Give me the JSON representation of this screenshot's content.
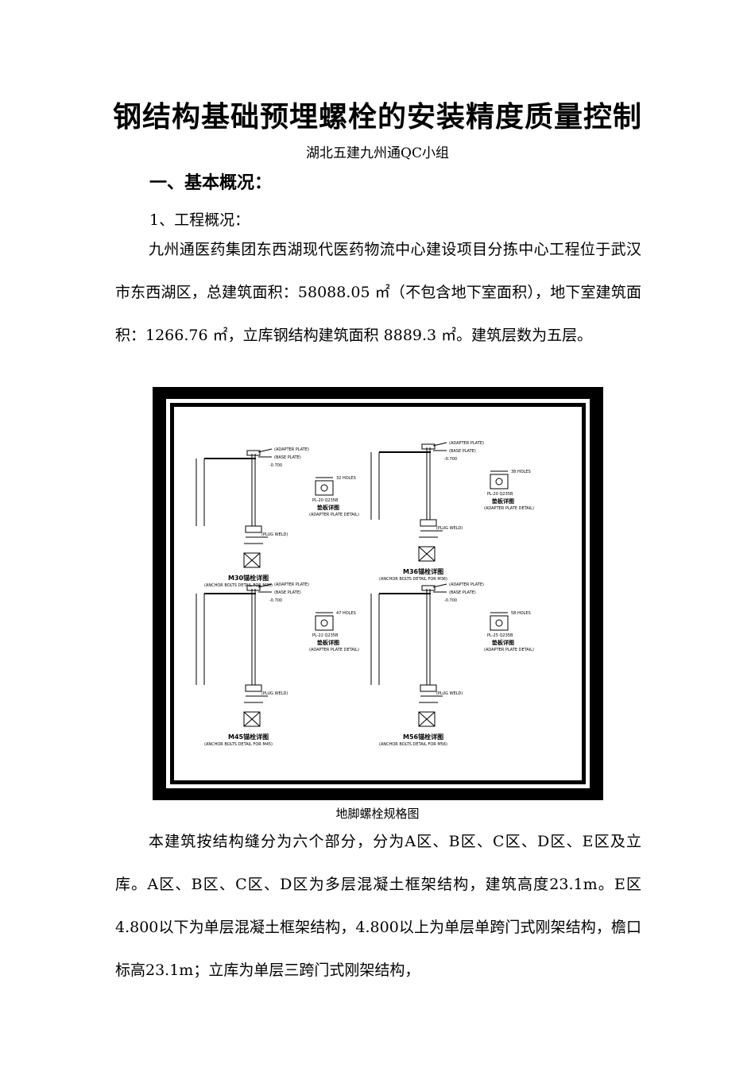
{
  "document": {
    "title": "钢结构基础预埋螺栓的安装精度质量控制",
    "subtitle": "湖北五建九州通QC小组",
    "section_heading": "一、基本概况：",
    "subsection_heading": "1、工程概况：",
    "paragraph_1": "九州通医药集团东西湖现代医药物流中心建设项目分拣中心工程位于武汉市东西湖区，总建筑面积：58088.05 ㎡（不包含地下室面积），地下室建筑面积：1266.76 ㎡，立库钢结构建筑面积 8889.3 ㎡。建筑层数为五层。",
    "figure_caption": "地脚螺栓规格图",
    "paragraph_2": "本建筑按结构缝分为六个部分，分为A区、B区、C区、D区、E区及立库。A区、B区、C区、D区为多层混凝土框架结构，建筑高度23.1m。E区4.800以下为单层混凝土框架结构，4.800以上为单层单跨门式刚架结构，檐口标高23.1m；立库为单层三跨门式刚架结构，"
  },
  "drawing": {
    "details": [
      {
        "title": "M30锚栓详图",
        "subtitle": "(ANCHOR BOLTS DETAIL FOR M30)",
        "label_adapter": "(ADAPTER PLATE)",
        "label_base": "(BASE PLATE)",
        "label_elev": "-0.700",
        "plate_title": "垫板详图",
        "plate_sub": "(ADAPTER PLATE DETAIL)",
        "plate_spec": "PL-20 Q235B",
        "holes": "32 HOLES",
        "plug_weld": "(PLUG WELD)"
      },
      {
        "title": "M36锚栓详图",
        "subtitle": "(ANCHOR BOLTS DETAIL FOR M36)",
        "label_adapter": "(ADAPTER PLATE)",
        "label_base": "(BASE PLATE)",
        "label_elev": "-0.700",
        "plate_title": "垫板详图",
        "plate_sub": "(ADAPTER PLATE DETAIL)",
        "plate_spec": "PL-20 Q235B",
        "holes": "38 HOLES",
        "plug_weld": "(PLUG WELD)"
      },
      {
        "title": "M45锚栓详图",
        "subtitle": "(ANCHOR BOLTS DETAIL FOR M45)",
        "label_adapter": "(ADAPTER PLATE)",
        "label_base": "(BASE PLATE)",
        "label_elev": "-0.700",
        "plate_title": "垫板详图",
        "plate_sub": "(ADAPTER PLATE DETAIL)",
        "plate_spec": "PL-22 Q235B",
        "holes": "47 HOLES",
        "plug_weld": "(PLUG WELD)"
      },
      {
        "title": "M56锚栓详图",
        "subtitle": "(ANCHOR BOLTS DETAIL FOR M56)",
        "label_adapter": "(ADAPTER PLATE)",
        "label_base": "(BASE PLATE)",
        "label_elev": "-0.700",
        "plate_title": "垫板详图",
        "plate_sub": "(ADAPTER PLATE DETAIL)",
        "plate_spec": "PL-25 Q235B",
        "holes": "58 HOLES",
        "plug_weld": "(PLUG WELD)"
      }
    ]
  }
}
